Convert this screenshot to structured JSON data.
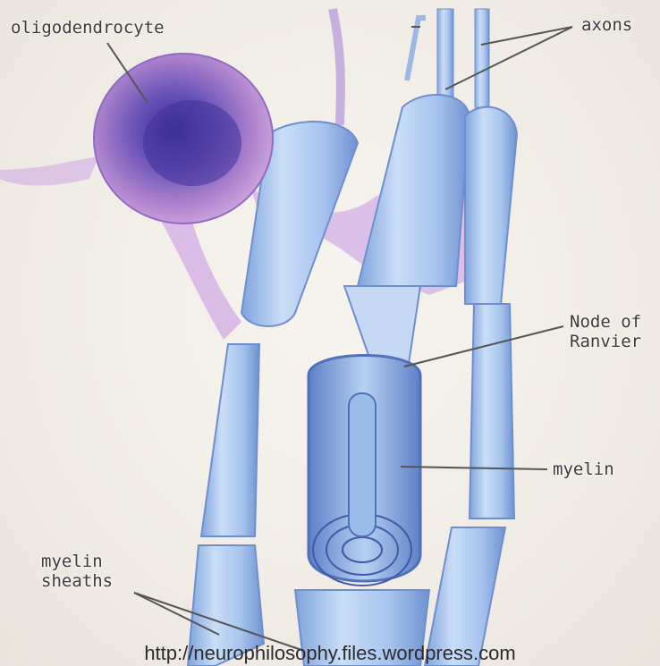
{
  "labels": {
    "oligodendrocyte": "oligodendrocyte",
    "axons": "axons",
    "node_of_ranvier_line1": "Node of",
    "node_of_ranvier_line2": "Ranvier",
    "myelin": "myelin",
    "myelin_sheaths_line1": "myelin",
    "myelin_sheaths_line2": "sheaths"
  },
  "source_url": "http://neurophilosophy.files.wordpress.com",
  "colors": {
    "background": "#f3efea",
    "sheath": "#a9c8ee",
    "sheath_dark": "#5f86c9",
    "cell_body": "#b47fc8",
    "nucleus": "#4b3fa3",
    "leader": "#555555"
  }
}
